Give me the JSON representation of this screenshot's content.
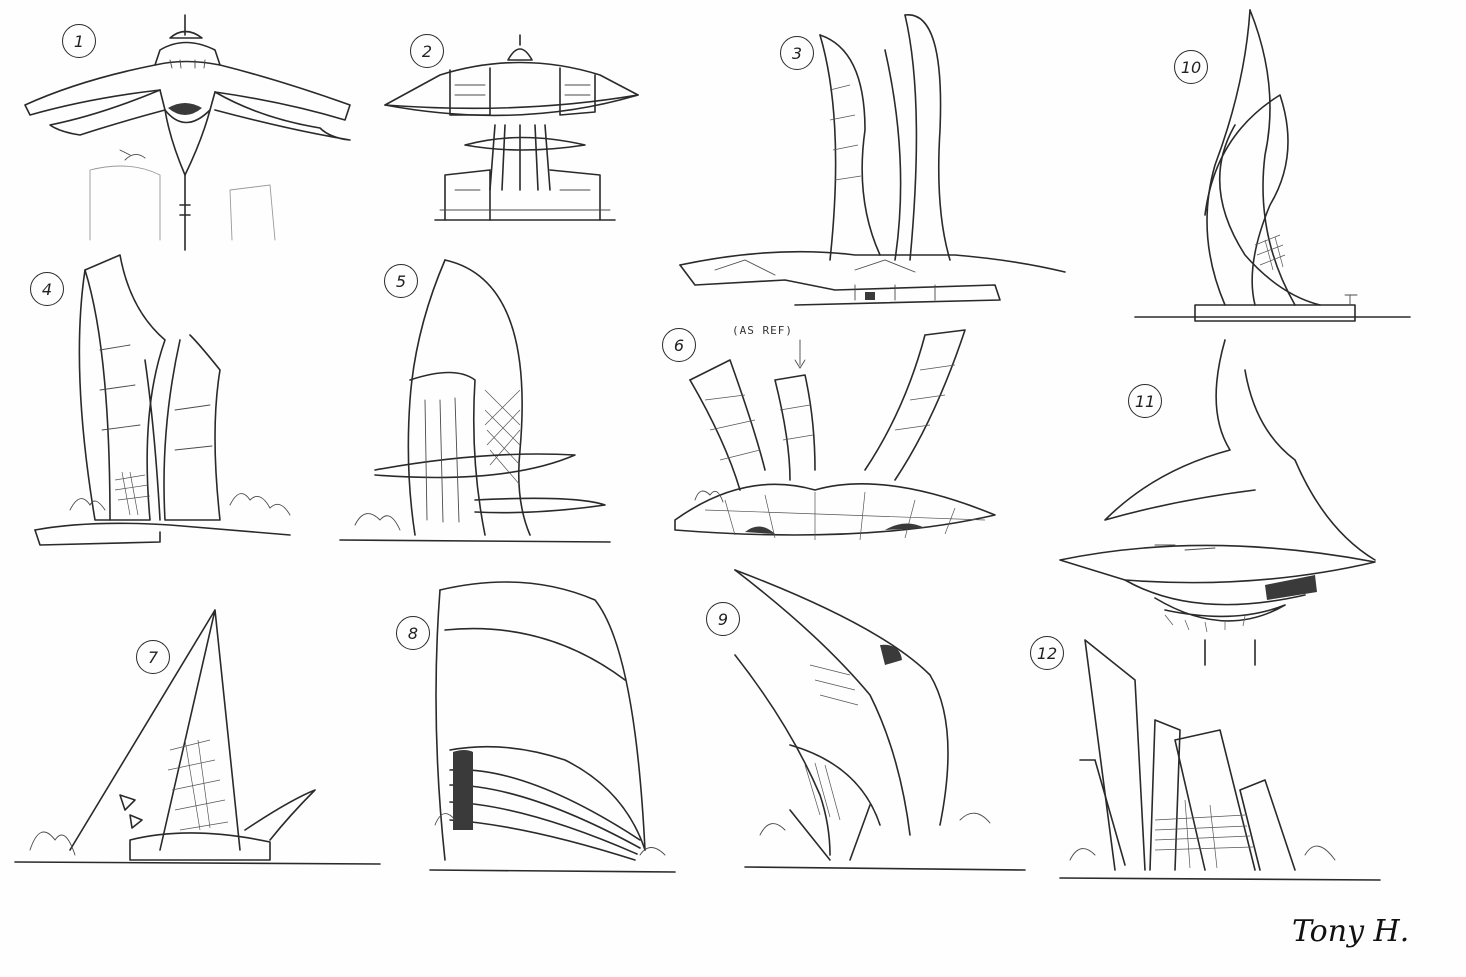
{
  "sketches": [
    {
      "label": "1"
    },
    {
      "label": "2"
    },
    {
      "label": "3"
    },
    {
      "label": "4"
    },
    {
      "label": "5"
    },
    {
      "label": "6",
      "note": "(AS REF)"
    },
    {
      "label": "7"
    },
    {
      "label": "8"
    },
    {
      "label": "9"
    },
    {
      "label": "10"
    },
    {
      "label": "11"
    },
    {
      "label": "12"
    }
  ],
  "signature": "Tony H.",
  "colors": {
    "ink": "#2a2a2a",
    "paper": "#fefefe"
  }
}
